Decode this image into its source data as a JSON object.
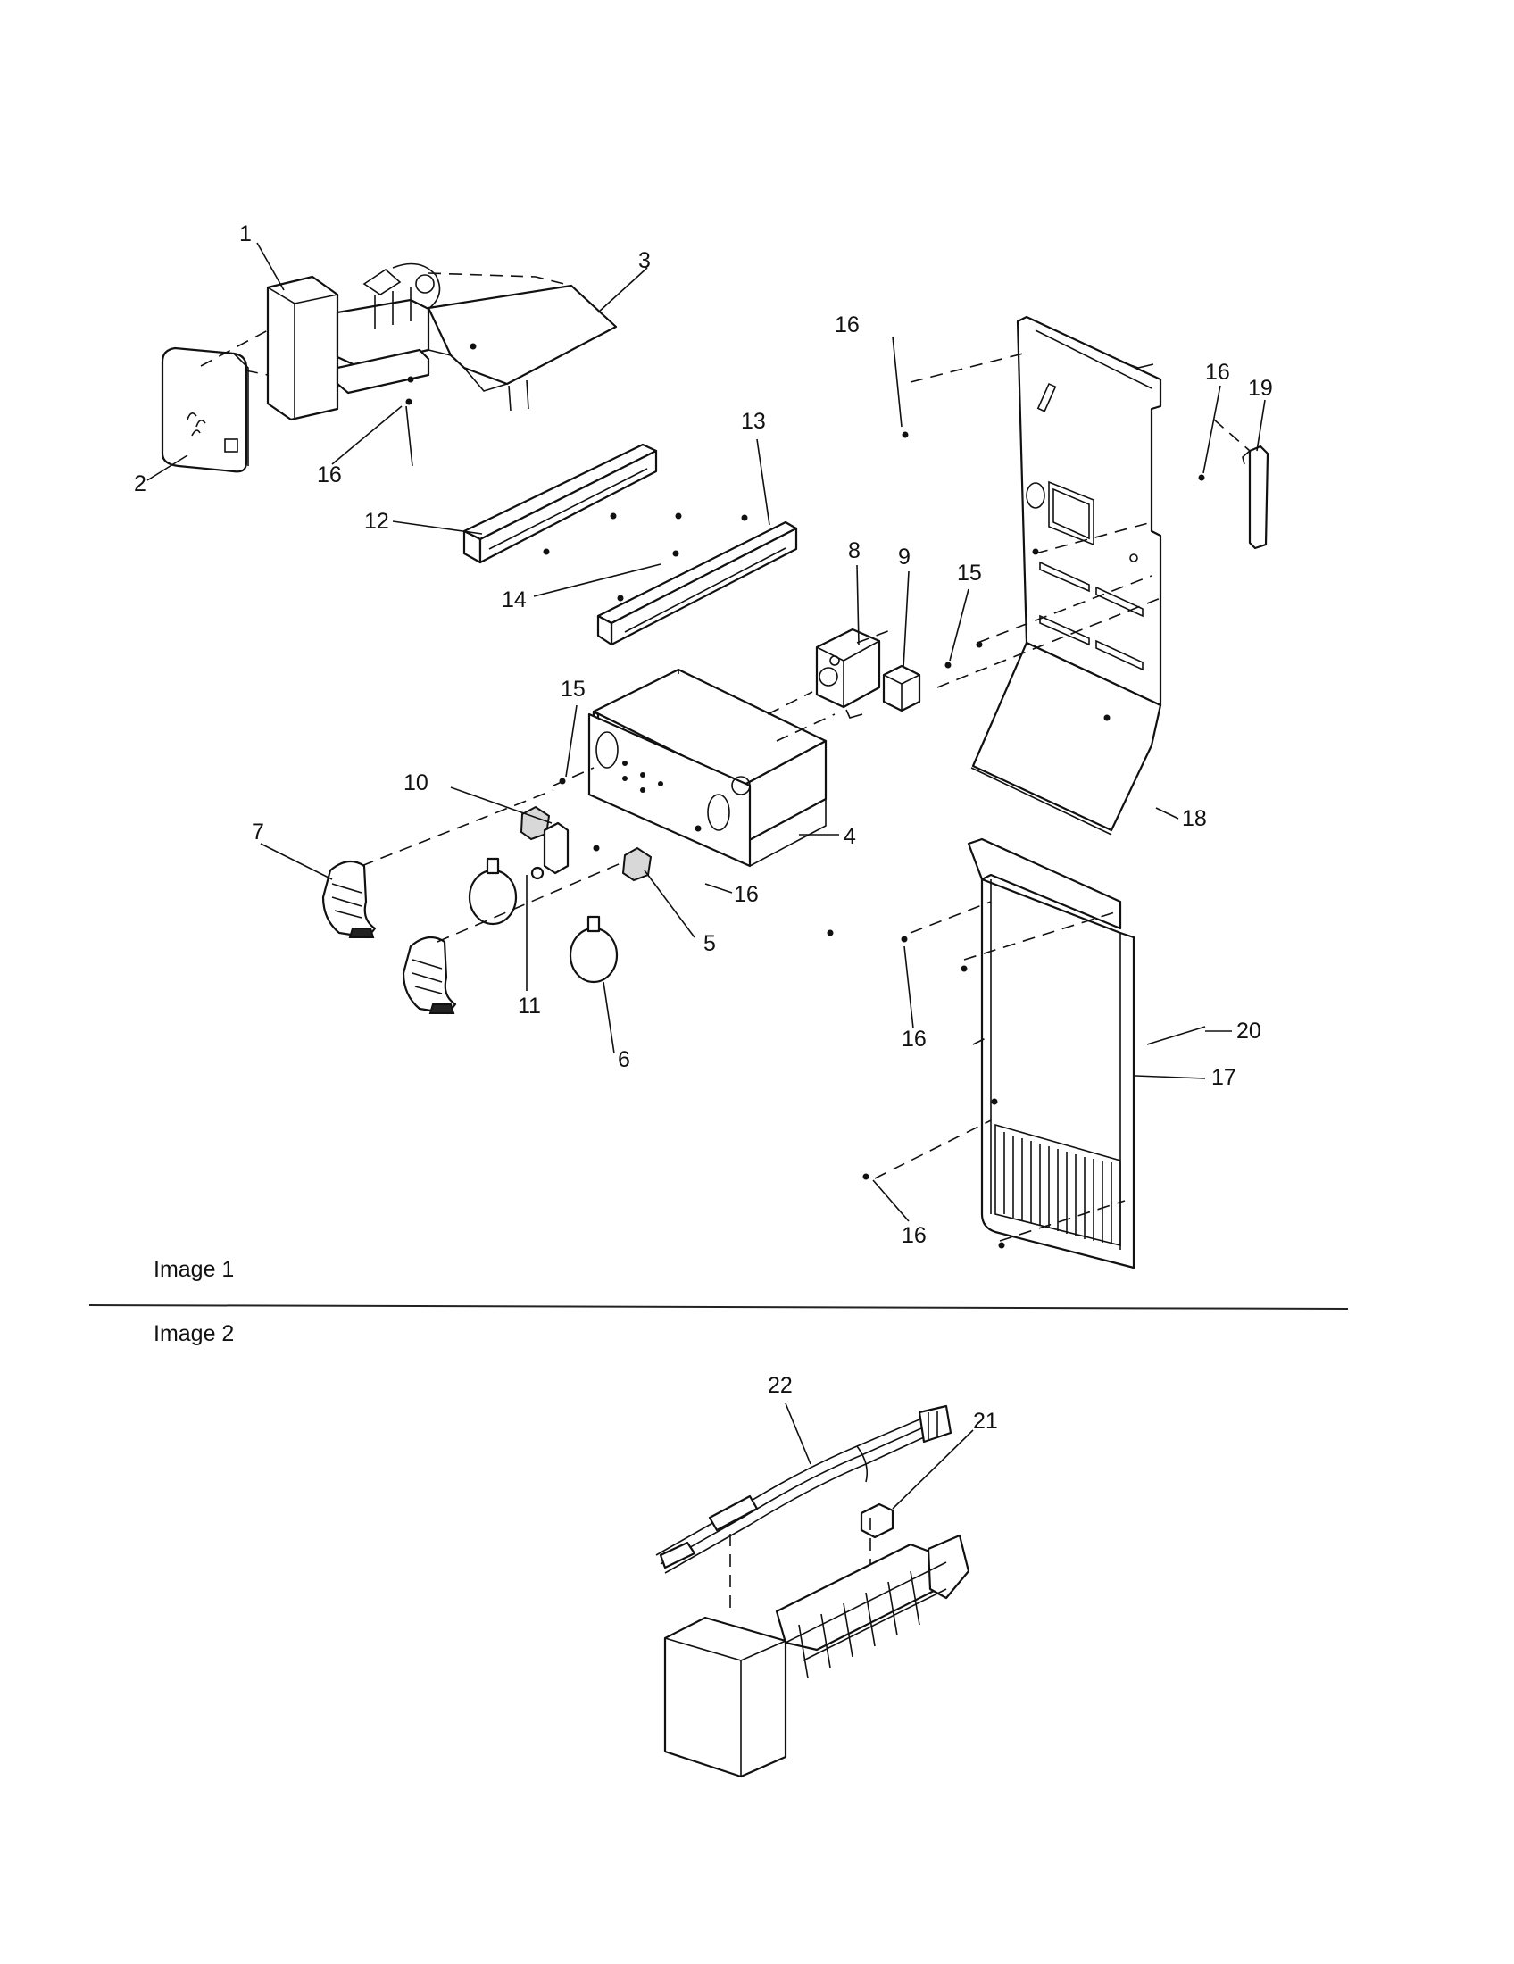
{
  "sections": [
    {
      "id": "image1",
      "label": "Image 1"
    },
    {
      "id": "image2",
      "label": "Image 2"
    }
  ],
  "callouts": {
    "c1": "1",
    "c2": "2",
    "c3": "3",
    "c4": "4",
    "c5": "5",
    "c6": "6",
    "c7": "7",
    "c8": "8",
    "c9": "9",
    "c10": "10",
    "c11": "11",
    "c12": "12",
    "c13": "13",
    "c14": "14",
    "c15a": "15",
    "c15b": "15",
    "c16a": "16",
    "c16b": "16",
    "c16c": "16",
    "c16d": "16",
    "c16e": "16",
    "c16f": "16",
    "c17": "17",
    "c18": "18",
    "c19": "19",
    "c20": "20",
    "c21": "21",
    "c22": "22"
  }
}
